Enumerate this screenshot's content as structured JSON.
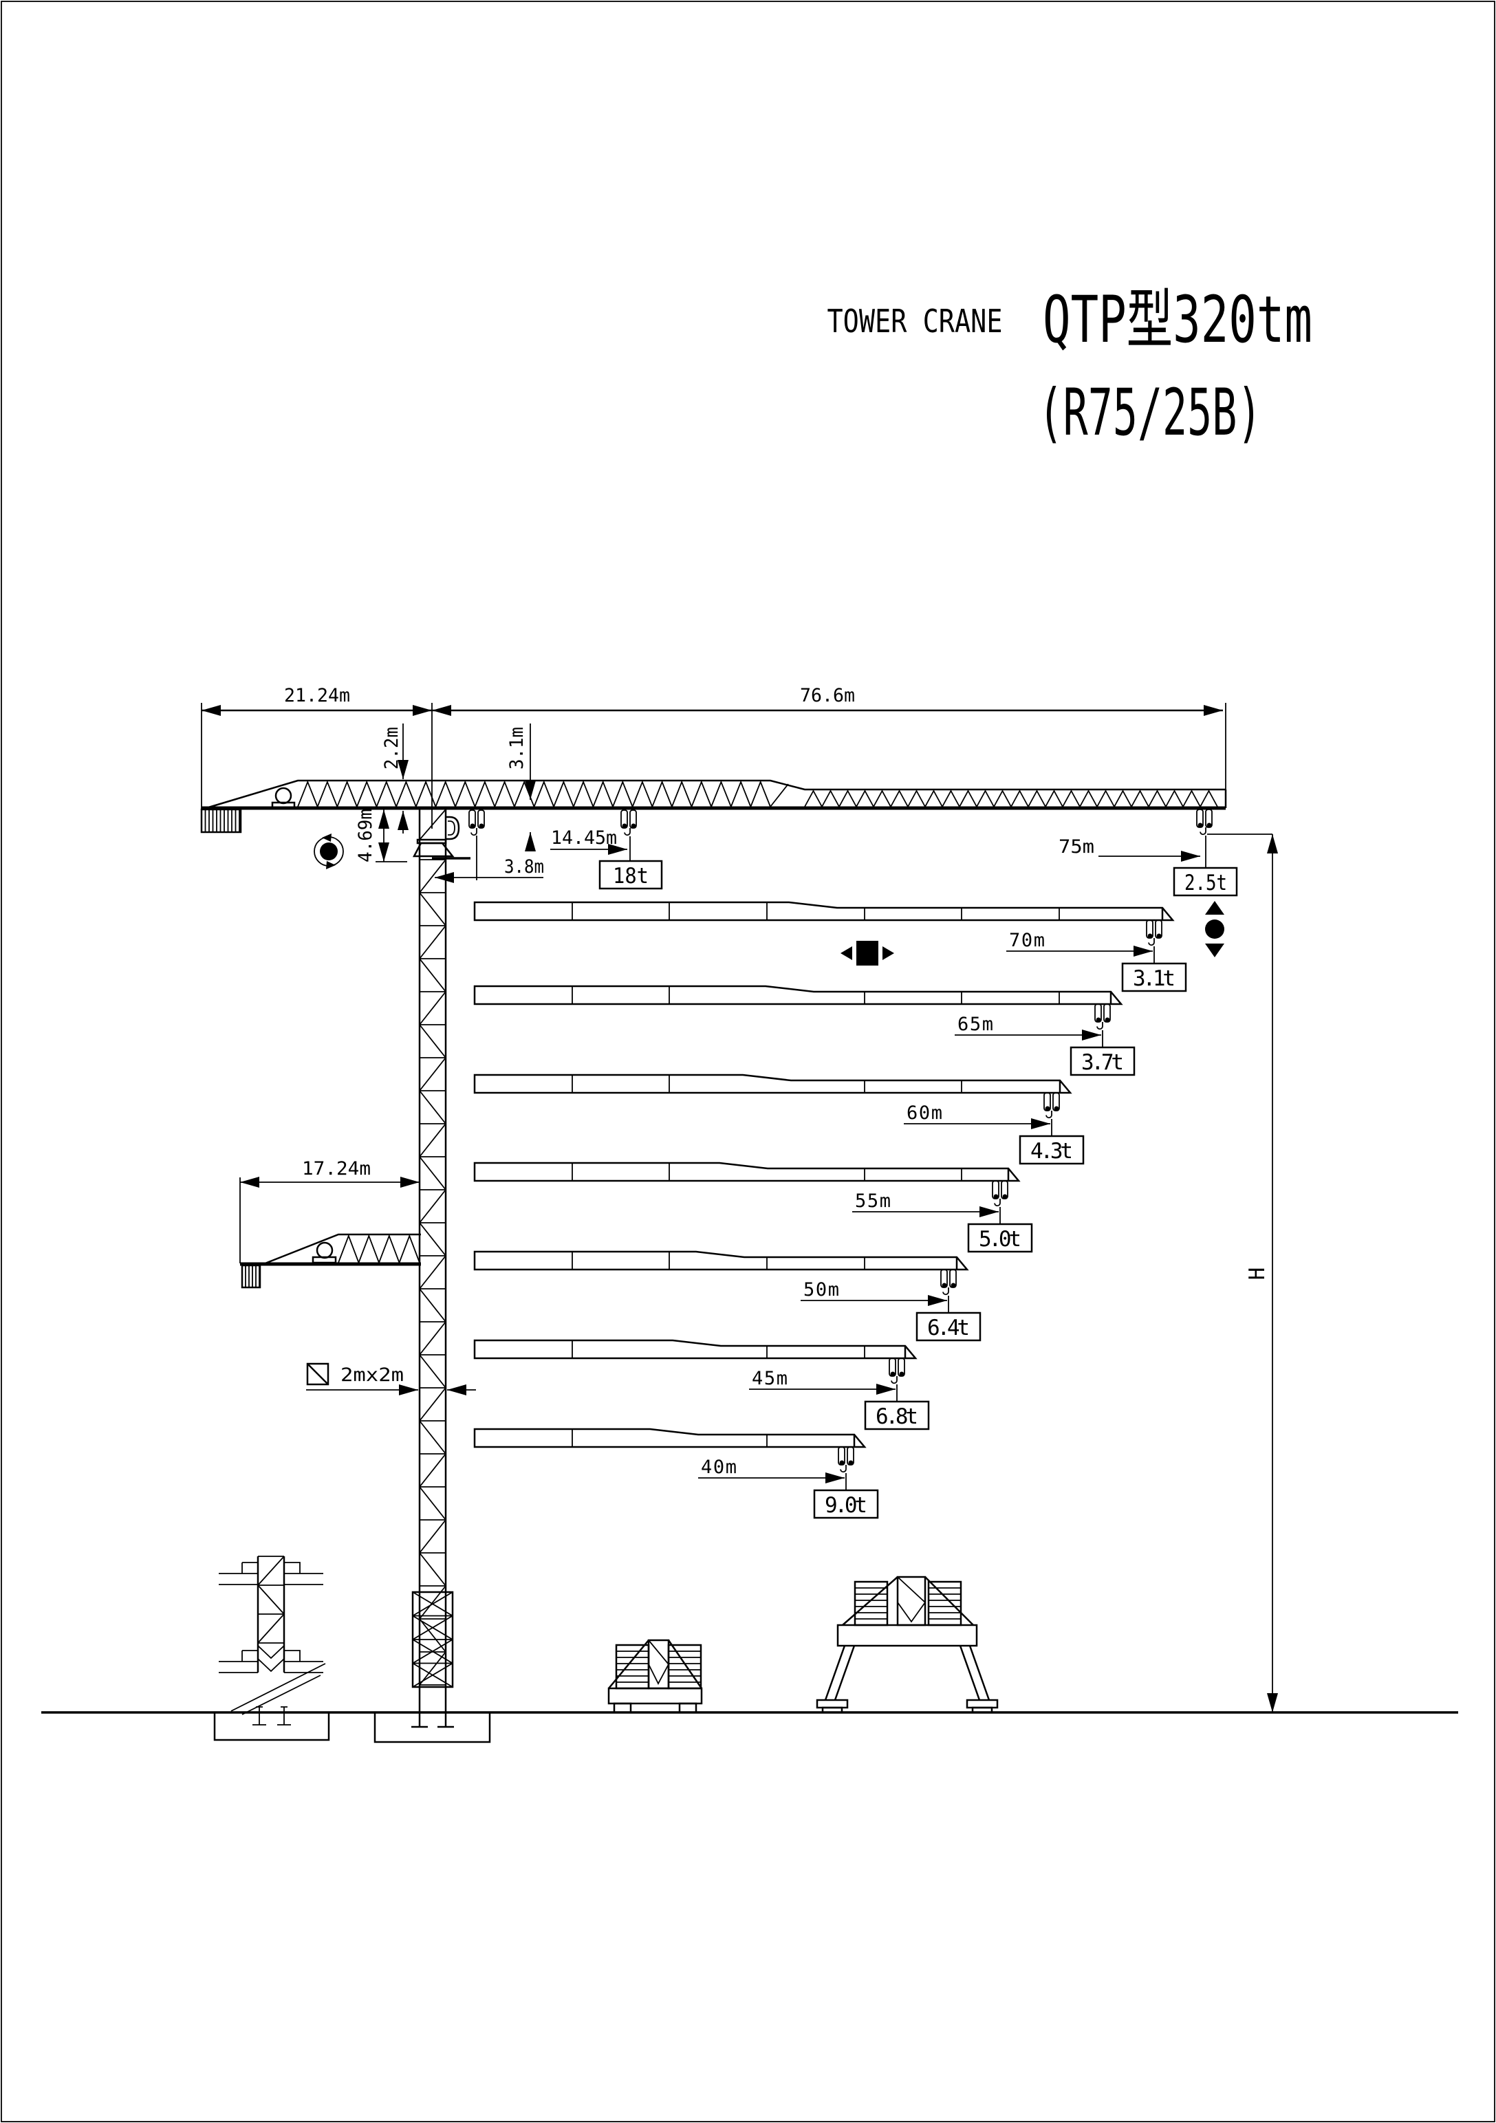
{
  "page": {
    "background": "#ffffff",
    "line_color": "#000000"
  },
  "title": {
    "product": "TOWER CRANE",
    "model": "QTP型320tm",
    "variant": "(R75/25B)"
  },
  "top_dimensions": {
    "counter_jib_length": "21.24m",
    "jib_length": "76.6m"
  },
  "crane_dimensions": {
    "jib_depth": "2.2m",
    "jib_root_depth": "3.1m",
    "head_height": "4.69m",
    "min_radius": "3.8m",
    "max_capacity_radius": "14.45m",
    "short_counter_jib": "17.24m",
    "mast_cross_section": "2mx2m",
    "hook_height_label": "H"
  },
  "capacities": {
    "max_load": "18t"
  },
  "load_chart": {
    "type": "table",
    "columns": [
      "radius",
      "capacity"
    ],
    "rows": [
      {
        "radius": "75m",
        "load": "2.5t"
      },
      {
        "radius": "70m",
        "load": "3.1t"
      },
      {
        "radius": "65m",
        "load": "3.7t"
      },
      {
        "radius": "60m",
        "load": "4.3t"
      },
      {
        "radius": "55m",
        "load": "5.0t"
      },
      {
        "radius": "50m",
        "load": "6.4t"
      },
      {
        "radius": "45m",
        "load": "6.8t"
      },
      {
        "radius": "40m",
        "load": "9.0t"
      }
    ]
  },
  "symbols": {
    "slewing": "slewing-rotation-icon",
    "trolley": "trolley-travel-icon",
    "hoist": "hoist-up-down-icon"
  }
}
